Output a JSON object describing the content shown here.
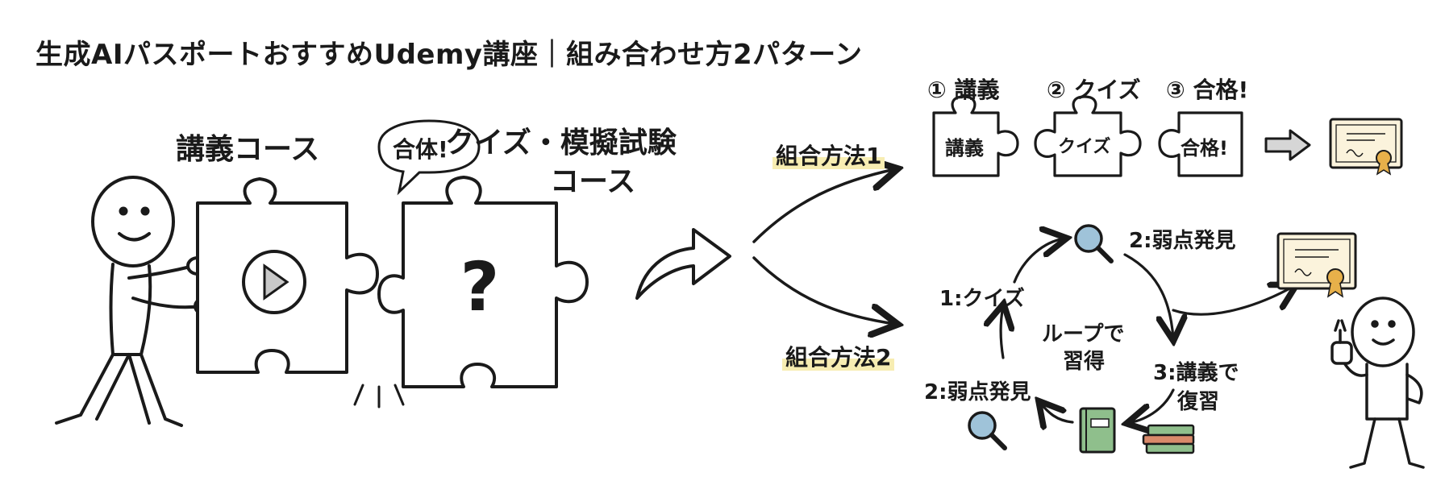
{
  "title": "生成AIパスポートおすすめUdemy講座｜組み合わせ方2パターン",
  "left": {
    "lecture_course": "講義コース",
    "quiz_course_line1": "クイズ・模擬試験",
    "quiz_course_line2": "コース",
    "speech_bubble": "合体!"
  },
  "method1": {
    "label": "組合方法1",
    "steps": [
      {
        "number": "①",
        "label": "講義",
        "piece_text": "講義"
      },
      {
        "number": "②",
        "label": "クイズ",
        "piece_text": "クイズ"
      },
      {
        "number": "③",
        "label": "合格!",
        "piece_text": "合格!"
      }
    ]
  },
  "method2": {
    "label": "組合方法2",
    "loop_center_line1": "ループで",
    "loop_center_line2": "習得",
    "quiz_step": "1:クイズ",
    "weakness_step_top": "2:弱点発見",
    "review_step_line1": "3:講義で",
    "review_step_line2": "復習",
    "weakness_step_bottom": "2:弱点発見"
  },
  "colors": {
    "ink": "#1a1a1a",
    "highlight": "#f7edb2",
    "certificate": "#fbf3dc",
    "ribbon": "#e7b04a",
    "book_green": "#8fbf8c",
    "magnifier": "#9fc3d9"
  }
}
